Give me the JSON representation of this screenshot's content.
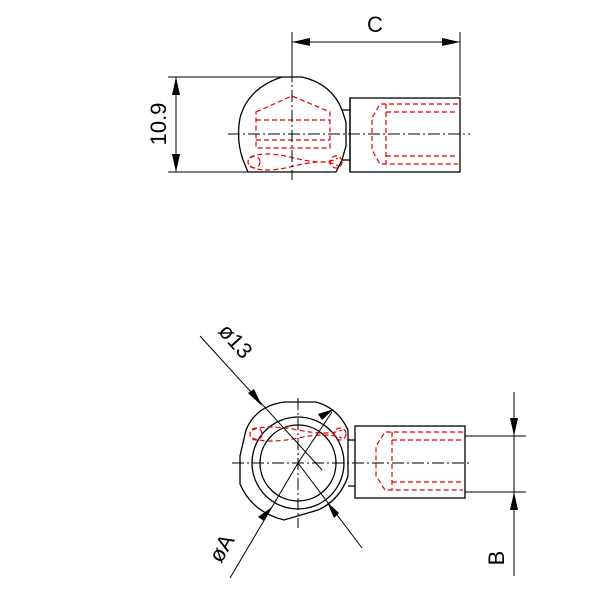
{
  "dimensions": {
    "top_width_label": "C",
    "top_height_label": "10.9",
    "ball_diameter_label": "ø13",
    "bore_diameter_label": "øA",
    "socket_width_label": "B"
  },
  "colors": {
    "outline": "#000000",
    "hidden_lines": "#e00000",
    "background": "#ffffff"
  }
}
